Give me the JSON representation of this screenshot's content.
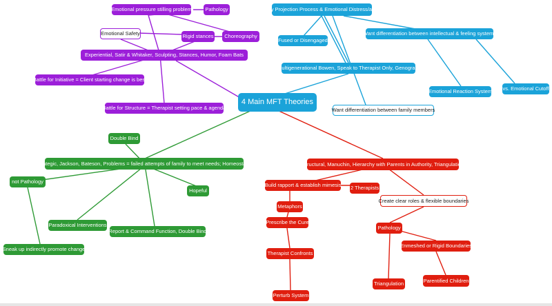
{
  "colors": {
    "purple": "#9c1fd9",
    "blue": "#1ba3d9",
    "green": "#2e9a35",
    "red": "#e01e0f"
  },
  "nodes": {
    "root": "4 Main MFT Theories",
    "experiential": "Experiential, Satir & Whitaker, Sculpting, Stances, Humor, Foam Bats",
    "emotional_pressure": "Emotional pressure stilling problem",
    "pathology_purple": "Pathology",
    "emotional_safety": "Emotional Safety",
    "rigid_stances": "Rigid stances",
    "choreography": "Choreography",
    "battle_initiative": "Battle for Initiative = Client starting change is best",
    "battle_structure": "Battle for Structure  = Therapist setting pace & agenda",
    "family_projection": "Family Projection Process  & Emotional Distress/anxiety",
    "fused": "Fused or Disengaged",
    "want_diff_intellectual": "Want differentiation between intellectual & feeling systems",
    "multigenerational": "Multigenerational Bowen, Speak to Therapist Only, Genogram",
    "emotional_reaction": "Emotional Reaction System",
    "emotional_cutoff": "vs. Emotional Cutoff",
    "want_diff_family": "Want differentiation between family members",
    "strategic": "Strategic, Jackson, Bateson, Problems = failed attempts of family to meet needs; Homeostasis",
    "double_bind": "Double Bind",
    "not_pathology": "not Pathology",
    "hopeful": "Hopeful",
    "paradoxical": "Paradoxical Interventions",
    "report_command": "Report & Command Function, Double Bind",
    "sneak_up": "Sneak up indirectly promote change",
    "structural": "Structural, Manuchin, Hierarchy with Parents in Authority, Triangulation",
    "build_rapport": "Build rapport & establish mimesis",
    "two_therapists": "2 Therapists",
    "clear_roles": "Create clear roles & flexible boundaries",
    "metaphors": "Metaphors",
    "prescribe": "Prescribe the Cure",
    "pathology_red": "Pathology",
    "enmeshed": "Enmeshed or Rigid Boundaries",
    "therapist_confronts": "Therapist Confronts",
    "triangulation": "Triangulation",
    "parentified": "Parentified Children",
    "perturb": "Perturb System"
  }
}
